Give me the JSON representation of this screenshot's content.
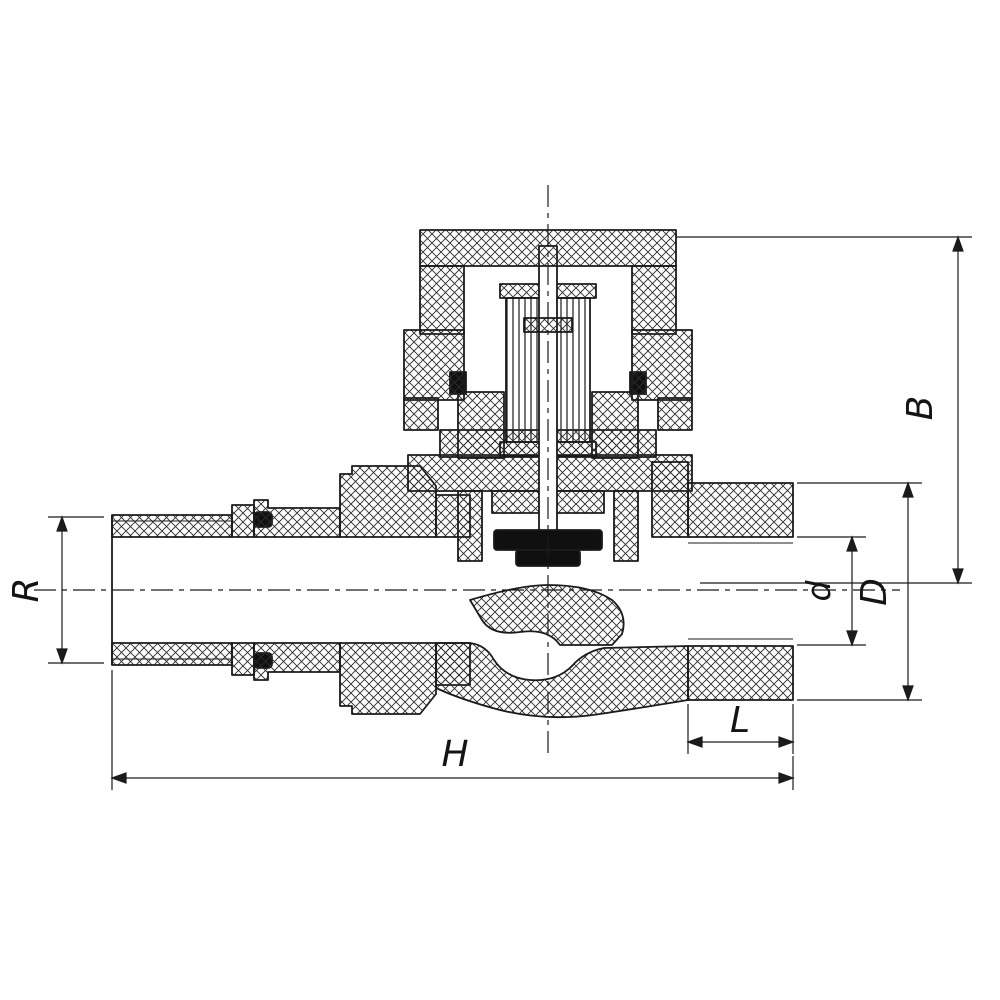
{
  "canvas": {
    "background": "#ffffff",
    "line_color": "#1b1b1b",
    "subject": "straight radiator valve sectional drawing"
  },
  "dims": {
    "B": "B",
    "R": "R",
    "d": "d",
    "D": "D",
    "L": "L",
    "H": "H"
  }
}
